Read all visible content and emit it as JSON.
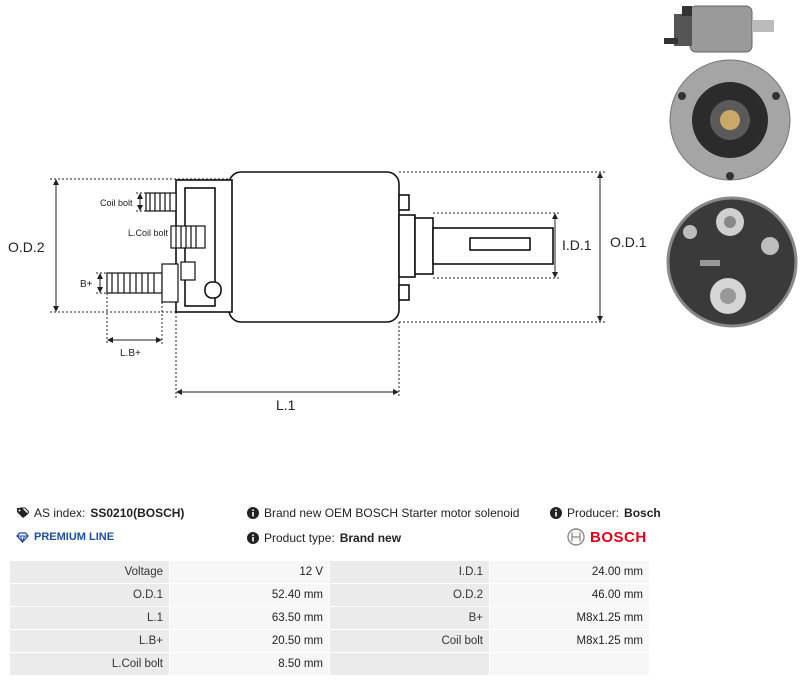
{
  "drawing": {
    "labels": {
      "od2": "O.D.2",
      "od1": "O.D.1",
      "id1": "I.D.1",
      "l1": "L.1",
      "coil_bolt": "Coil bolt",
      "l_coil_bolt": "L.Coil bolt",
      "b_plus": "B+",
      "l_b_plus": "L.B+"
    }
  },
  "info": {
    "as_index_label": "AS index:",
    "as_index_value": "SS0210(BOSCH)",
    "premium_line": "PREMIUM LINE",
    "description": "Brand new OEM BOSCH Starter motor solenoid",
    "product_type_label": "Product type:",
    "product_type_value": "Brand new",
    "producer_label": "Producer:",
    "producer_value": "Bosch",
    "brand_logo_text": "BOSCH"
  },
  "specs": {
    "rows": [
      {
        "l1": "Voltage",
        "v1": "12 V",
        "l2": "I.D.1",
        "v2": "24.00 mm"
      },
      {
        "l1": "O.D.1",
        "v1": "52.40 mm",
        "l2": "O.D.2",
        "v2": "46.00 mm"
      },
      {
        "l1": "L.1",
        "v1": "63.50 mm",
        "l2": "B+",
        "v2": "M8x1.25 mm"
      },
      {
        "l1": "L.B+",
        "v1": "20.50 mm",
        "l2": "Coil bolt",
        "v2": "M8x1.25 mm"
      },
      {
        "l1": "L.Coil bolt",
        "v1": "8.50 mm",
        "l2": "",
        "v2": ""
      }
    ]
  },
  "colors": {
    "accent_blue": "#1c4fa0",
    "bosch_red": "#e2001a"
  }
}
